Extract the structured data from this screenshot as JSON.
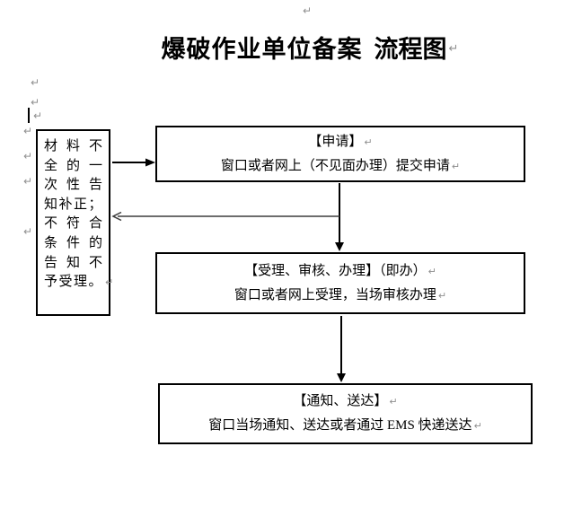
{
  "title": {
    "part1": "爆破作业单位备案",
    "part2": "流程图"
  },
  "marks": {
    "pilcrow": "↵"
  },
  "flowchart": {
    "apply_box": {
      "line1": "【申请】",
      "line2": "窗口或者网上（不见面办理）提交申请"
    },
    "process_box": {
      "line1": "【受理、审核、办理】（即办）",
      "line2": "窗口或者网上受理，当场审核办理"
    },
    "notify_box": {
      "line1": "【通知、送达】",
      "line2": "窗口当场通知、送达或者通过 EMS 快递送达"
    },
    "side_note_lines": [
      "材料不",
      "全的一",
      "次性告",
      "知补正；",
      "不符合",
      "条件的",
      "告知不",
      "予受理。"
    ]
  },
  "colors": {
    "ink": "#000000",
    "paragraph_mark": "#8f8f8f",
    "branch_connector": "#3d3d3d"
  }
}
